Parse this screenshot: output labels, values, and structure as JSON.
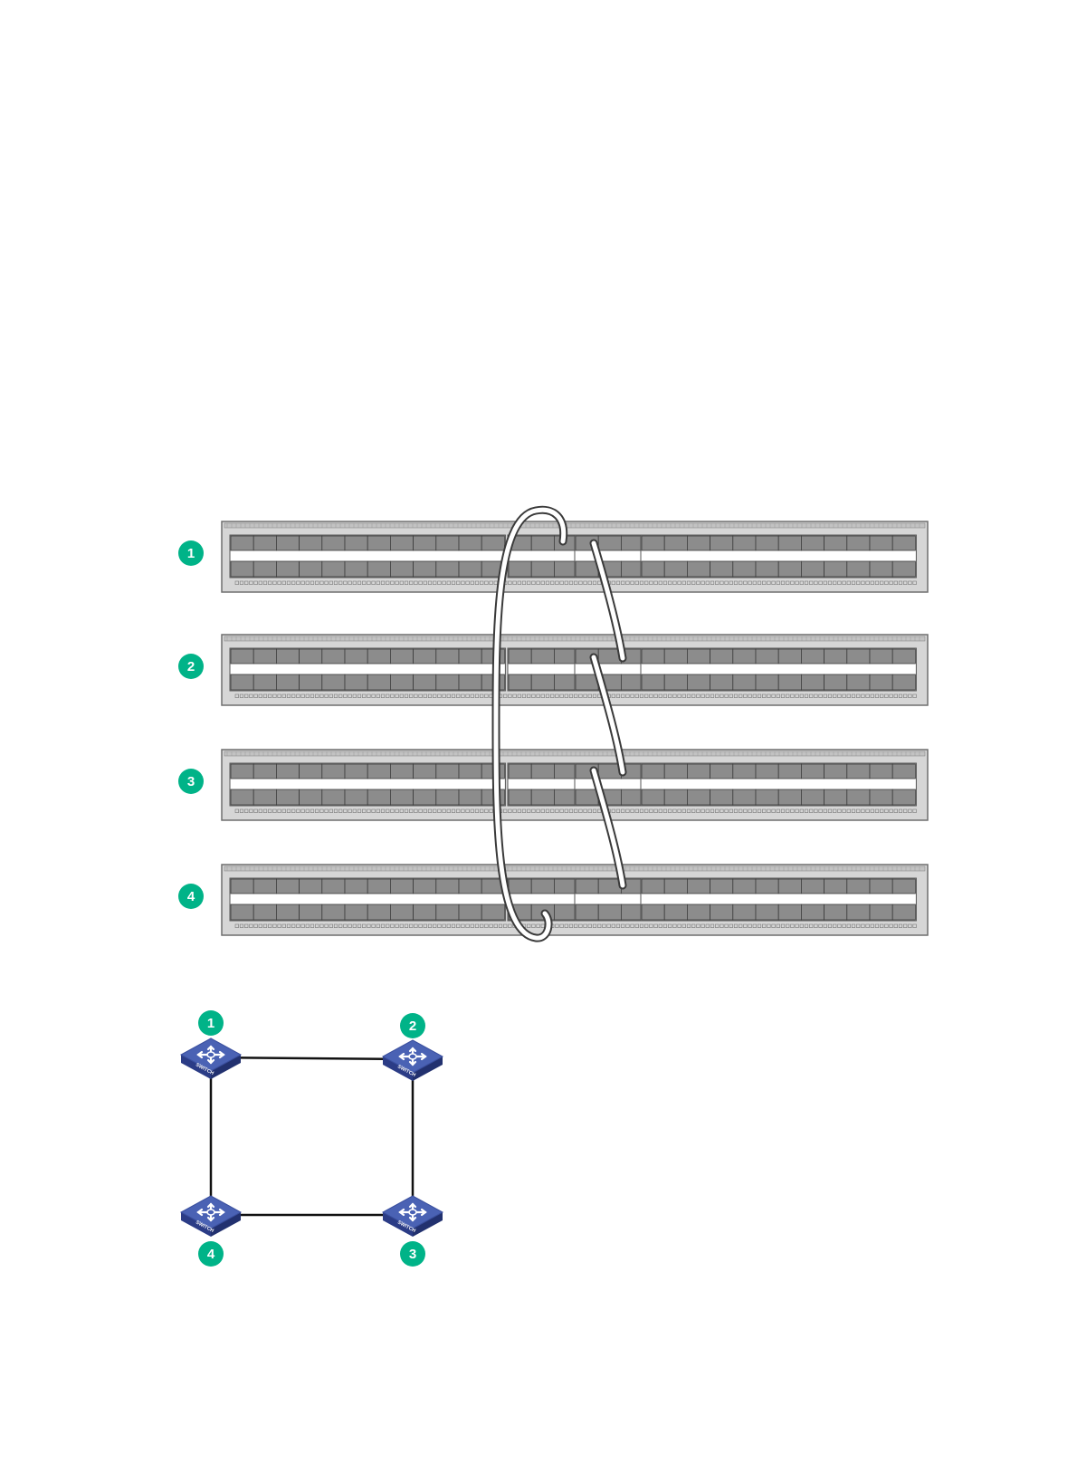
{
  "colors": {
    "badge": "#00b388",
    "chassis": "#d6d6d6",
    "chassis_border": "#6f6f6f",
    "port": "#8c8c8c",
    "port_border": "#3c3c3c",
    "cable": "#3a3a3a",
    "switch_top": "#4a62b4",
    "switch_side": "#2b3c86",
    "link": "#111111"
  },
  "chassis": [
    {
      "id": "1",
      "label": "1"
    },
    {
      "id": "2",
      "label": "2"
    },
    {
      "id": "3",
      "label": "3"
    },
    {
      "id": "4",
      "label": "4"
    }
  ],
  "topology": {
    "switches": [
      {
        "id": "1",
        "label": "1",
        "device_text": "SWITCH"
      },
      {
        "id": "2",
        "label": "2",
        "device_text": "SWITCH"
      },
      {
        "id": "3",
        "label": "3",
        "device_text": "SWITCH"
      },
      {
        "id": "4",
        "label": "4",
        "device_text": "SWITCH"
      }
    ],
    "links": [
      {
        "from": "1",
        "to": "2"
      },
      {
        "from": "2",
        "to": "3"
      },
      {
        "from": "3",
        "to": "4"
      },
      {
        "from": "4",
        "to": "1"
      }
    ]
  }
}
